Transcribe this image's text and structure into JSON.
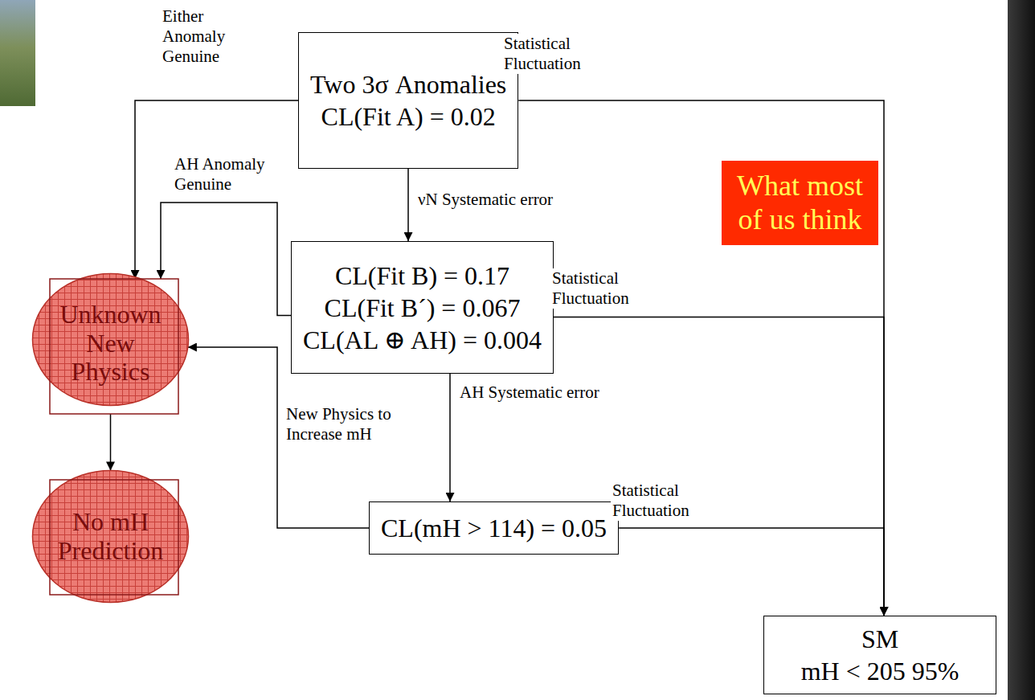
{
  "diagram": {
    "nodes": [
      {
        "text": [
          "Two 3σ Anomalies",
          "CL(Fit A) = 0.02"
        ]
      },
      {
        "text": [
          "What most of us think"
        ]
      },
      {
        "text": [
          "CL(Fit B) = 0.17",
          "CL(Fit B´) = 0.067",
          "CL(AL ⊕ AH) = 0.004"
        ]
      },
      {
        "text": [
          "Unknown New Physics"
        ]
      },
      {
        "text": [
          "CL(mH > 114) = 0.05"
        ]
      },
      {
        "text": [
          "No mH Prediction"
        ]
      },
      {
        "text": [
          "SM",
          "mH < 205 95%"
        ]
      }
    ],
    "edges": [
      {
        "from": 0,
        "to": 3,
        "arrow": "to",
        "label": "Either Anomaly Genuine"
      },
      {
        "from": 0,
        "to": 6,
        "arrow": "to",
        "label": "Statistical Fluctuation"
      },
      {
        "from": 0,
        "to": 2,
        "arrow": "to",
        "label": "νN Systematic error"
      },
      {
        "from": 2,
        "to": 3,
        "arrow": "to",
        "label": "AH Anomaly Genuine"
      },
      {
        "from": 2,
        "to": 6,
        "arrow": "to",
        "label": "Statistical Fluctuation"
      },
      {
        "from": 2,
        "to": 4,
        "arrow": "to",
        "label": "AH Systematic error"
      },
      {
        "from": 4,
        "to": 3,
        "arrow": "to",
        "label": "New Physics to Increase mH"
      },
      {
        "from": 4,
        "to": 6,
        "arrow": "to",
        "label": "Statistical Fluctuation"
      },
      {
        "from": 3,
        "to": 5,
        "arrow": "to"
      }
    ]
  }
}
